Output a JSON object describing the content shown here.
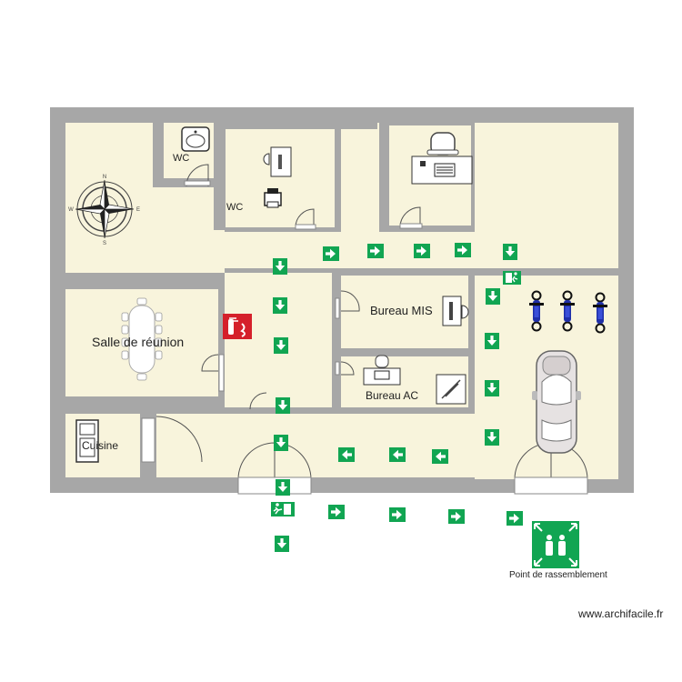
{
  "rooms": {
    "wc1": "WC",
    "wc2": "WC",
    "meeting": "Salle de réunion",
    "bureau_mis": "Bureau MIS",
    "bureau_ac": "Bureau AC",
    "kitchen": "Cuisine"
  },
  "assembly_label": "Point de rassemblement",
  "watermark": "www.archifacile.fr",
  "compass": {
    "n": "N",
    "e": "E",
    "s": "S",
    "w": "W"
  },
  "colors": {
    "wall": "#a7a7a7",
    "floor": "#f8f4dc",
    "exit_sign": "#11a552",
    "fire_sign": "#d5202b"
  }
}
